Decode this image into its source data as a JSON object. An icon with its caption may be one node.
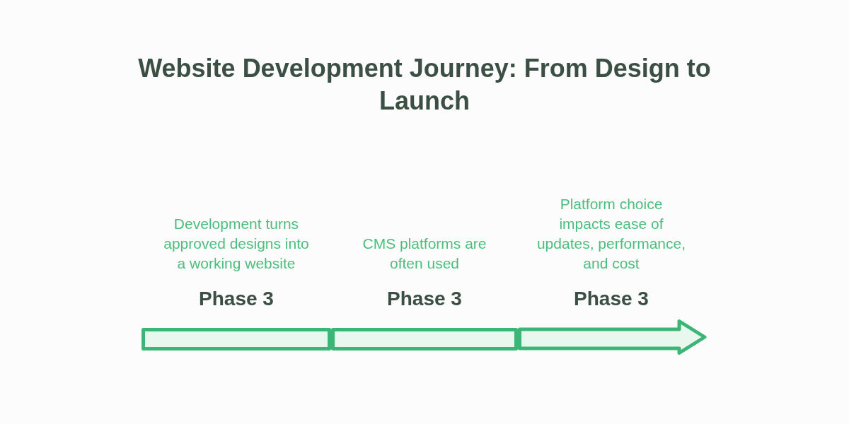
{
  "diagram": {
    "title": "Website Development Journey: From Design to Launch",
    "nodes": [
      {
        "text": [],
        "shape": "bar",
        "beside": [
          "Development turns approved designs into a working website",
          "Phase 3"
        ]
      },
      {
        "text": [],
        "shape": "bar",
        "beside": [
          "CMS platforms are often used",
          "Phase 3"
        ]
      },
      {
        "text": [],
        "shape": "arrow",
        "beside": [
          "Platform choice impacts ease of updates, performance, and cost",
          "Phase 3"
        ]
      }
    ]
  }
}
